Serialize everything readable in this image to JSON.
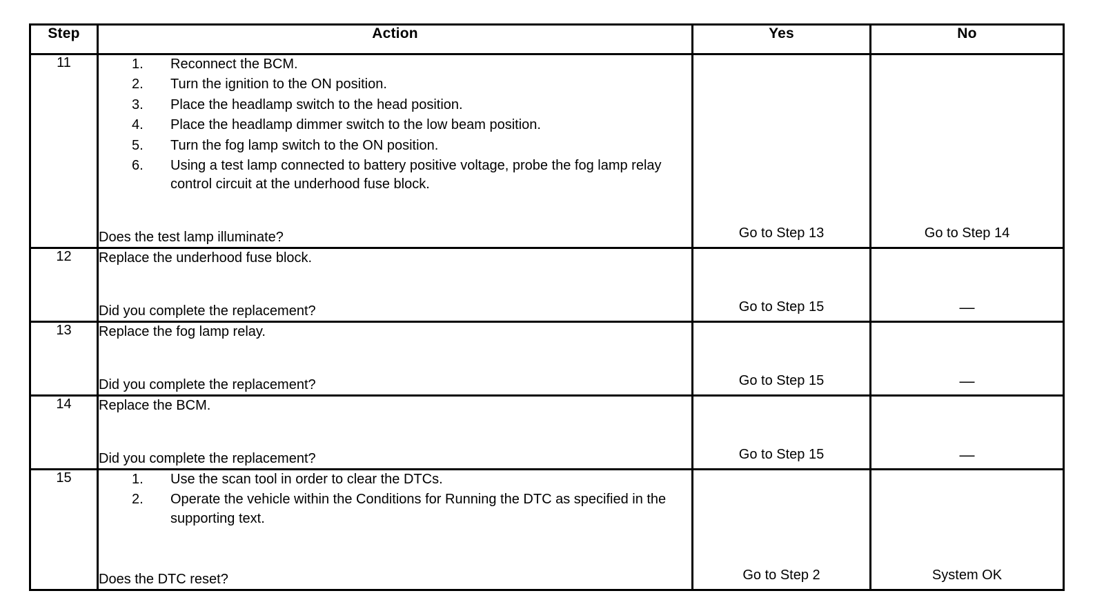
{
  "table": {
    "headers": {
      "step": "Step",
      "action": "Action",
      "yes": "Yes",
      "no": "No"
    },
    "rows": [
      {
        "step": "11",
        "lead": "",
        "list": [
          {
            "num": "1.",
            "text": "Reconnect the BCM."
          },
          {
            "num": "2.",
            "text": "Turn the ignition to the ON position."
          },
          {
            "num": "3.",
            "text": "Place the headlamp switch to the head position."
          },
          {
            "num": "4.",
            "text": "Place the headlamp dimmer switch to the low beam position."
          },
          {
            "num": "5.",
            "text": "Turn the fog lamp switch to the ON position."
          },
          {
            "num": "6.",
            "text": "Using a test lamp connected to battery positive voltage, probe the fog lamp relay control circuit at the underhood fuse block."
          }
        ],
        "question": "Does the test lamp illuminate?",
        "yes": "Go to Step 13",
        "no": "Go to Step 14"
      },
      {
        "step": "12",
        "lead": "Replace the underhood fuse block.",
        "list": [],
        "question": "Did you complete the replacement?",
        "yes": "Go to Step 15",
        "no": "—"
      },
      {
        "step": "13",
        "lead": "Replace the fog lamp relay.",
        "list": [],
        "question": "Did you complete the replacement?",
        "yes": "Go to Step 15",
        "no": "—"
      },
      {
        "step": "14",
        "lead": "Replace the BCM.",
        "list": [],
        "question": "Did you complete the replacement?",
        "yes": "Go to Step 15",
        "no": "—"
      },
      {
        "step": "15",
        "lead": "",
        "list": [
          {
            "num": "1.",
            "text": "Use the scan tool in order to clear the DTCs."
          },
          {
            "num": "2.",
            "text": "Operate the vehicle within the Conditions for Running the DTC as specified in the supporting text."
          }
        ],
        "question": "Does the DTC reset?",
        "yes": "Go to Step 2",
        "no": "System OK"
      }
    ]
  }
}
